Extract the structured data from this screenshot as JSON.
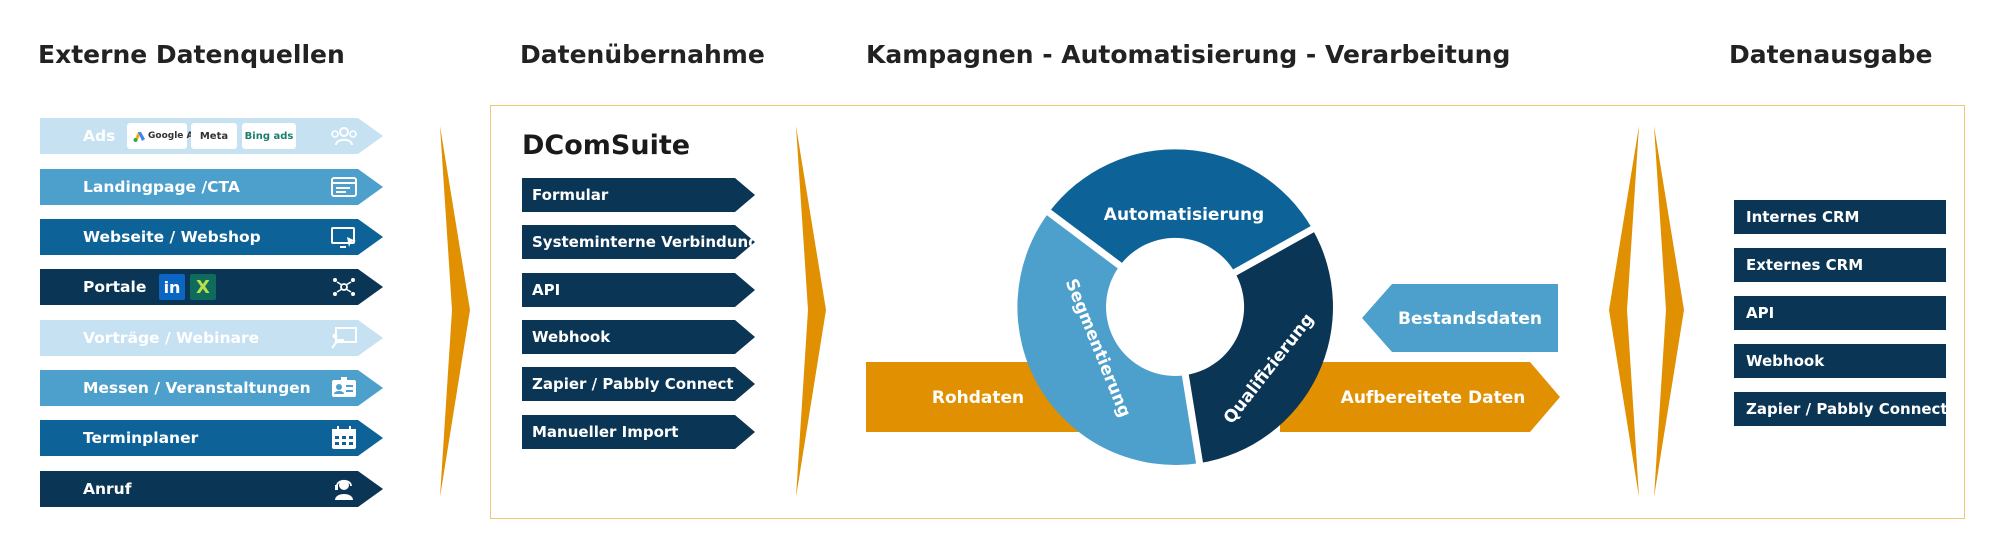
{
  "headings": {
    "sources": "Externe Datenquellen",
    "intake": "Datenübernahme",
    "campaigns": "Kampagnen - Automatisierung - Verarbeitung",
    "output": "Datenausgabe"
  },
  "sources": [
    {
      "label": "Ads",
      "icon": "people-icon"
    },
    {
      "label": "Landingpage /CTA",
      "icon": "webpage-icon"
    },
    {
      "label": "Webseite / Webshop",
      "icon": "monitor-click-icon"
    },
    {
      "label": "Portale",
      "icon": "network-icon"
    },
    {
      "label": "Vorträge / Webinare",
      "icon": "presentation-icon"
    },
    {
      "label": "Messen / Veranstaltungen",
      "icon": "id-card-icon"
    },
    {
      "label": "Terminplaner",
      "icon": "calendar-icon"
    },
    {
      "label": "Anruf",
      "icon": "headset-icon"
    }
  ],
  "ad_logos": {
    "google": "Google Ads",
    "meta": "Meta",
    "bing": "Bing ads"
  },
  "portal_logos": {
    "linkedin": "in",
    "xing": "X"
  },
  "suite": {
    "title": "DComSuite",
    "inputs": [
      "Formular",
      "Systeminterne Verbindung",
      "API",
      "Webhook",
      "Zapier / Pabbly Connect",
      "Manueller Import"
    ]
  },
  "cycle": {
    "automation": "Automatisierung",
    "segmentation": "Segmentierung",
    "qualification": "Qualifizierung"
  },
  "flows": {
    "raw": "Rohdaten",
    "existing": "Bestandsdaten",
    "processed": "Aufbereitete Daten"
  },
  "outputs": [
    "Internes CRM",
    "Externes CRM",
    "API",
    "Webhook",
    "Zapier / Pabbly Connect"
  ],
  "colors": {
    "pale": "#c6e1f1",
    "light": "#4d9fcc",
    "mid": "#0d6398",
    "dark": "#0b3554",
    "orange": "#e09000",
    "frame": "#f1c87a"
  }
}
